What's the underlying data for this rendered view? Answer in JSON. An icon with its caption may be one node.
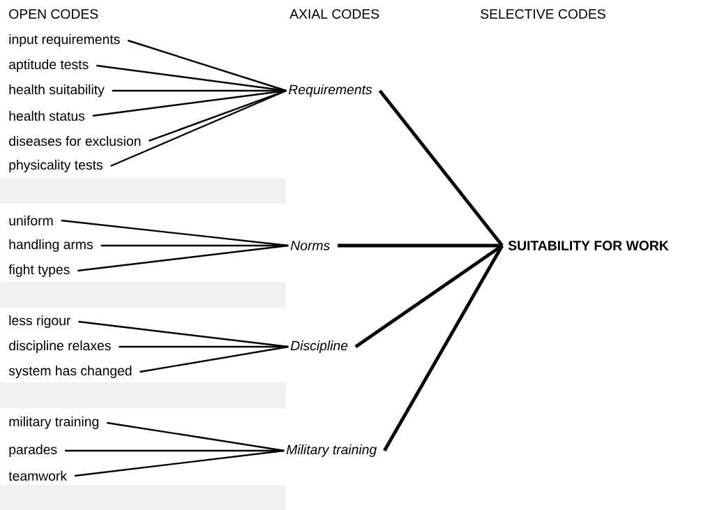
{
  "diagram": {
    "nodes": [
      {
        "text": [
          "input requirements"
        ]
      },
      {
        "text": [
          "aptitude tests"
        ]
      },
      {
        "text": [
          "health suitability"
        ]
      },
      {
        "text": [
          "health status"
        ]
      },
      {
        "text": [
          "diseases for exclusion"
        ]
      },
      {
        "text": [
          "physicality tests"
        ]
      },
      {
        "text": [
          "uniform"
        ]
      },
      {
        "text": [
          "handling arms"
        ]
      },
      {
        "text": [
          "fight types"
        ]
      },
      {
        "text": [
          "less rigour"
        ]
      },
      {
        "text": [
          "discipline relaxes"
        ]
      },
      {
        "text": [
          "system has changed"
        ]
      },
      {
        "text": [
          "military training"
        ]
      },
      {
        "text": [
          "parades"
        ]
      },
      {
        "text": [
          "teamwork"
        ]
      },
      {
        "text": [
          "*Requirements*"
        ]
      },
      {
        "text": [
          "*Norms*"
        ]
      },
      {
        "text": [
          "*Discipline*"
        ]
      },
      {
        "text": [
          "*Military training*"
        ]
      },
      {
        "text": [
          "**SUITABILITY FOR WORK**"
        ]
      },
      {
        "text": [],
        "shape": "bar"
      },
      {
        "text": [],
        "shape": "bar"
      },
      {
        "text": [],
        "shape": "bar"
      },
      {
        "text": [],
        "shape": "bar"
      }
    ],
    "edges": [
      {
        "from": 0,
        "to": 15,
        "arrow": "none"
      },
      {
        "from": 1,
        "to": 15,
        "arrow": "none"
      },
      {
        "from": 2,
        "to": 15,
        "arrow": "none"
      },
      {
        "from": 3,
        "to": 15,
        "arrow": "none"
      },
      {
        "from": 4,
        "to": 15,
        "arrow": "none"
      },
      {
        "from": 5,
        "to": 15,
        "arrow": "none"
      },
      {
        "from": 6,
        "to": 16,
        "arrow": "none"
      },
      {
        "from": 7,
        "to": 16,
        "arrow": "none"
      },
      {
        "from": 8,
        "to": 16,
        "arrow": "none"
      },
      {
        "from": 9,
        "to": 17,
        "arrow": "none"
      },
      {
        "from": 10,
        "to": 17,
        "arrow": "none"
      },
      {
        "from": 11,
        "to": 17,
        "arrow": "none"
      },
      {
        "from": 12,
        "to": 18,
        "arrow": "none"
      },
      {
        "from": 13,
        "to": 18,
        "arrow": "none"
      },
      {
        "from": 14,
        "to": 18,
        "arrow": "none"
      },
      {
        "from": 15,
        "to": 19,
        "arrow": "none",
        "style": "thick"
      },
      {
        "from": 16,
        "to": 19,
        "arrow": "none",
        "style": "thick"
      },
      {
        "from": 17,
        "to": 19,
        "arrow": "none",
        "style": "thick"
      },
      {
        "from": 18,
        "to": 19,
        "arrow": "none",
        "style": "thick"
      }
    ],
    "labels": [
      "OPEN CODES",
      "AXIAL CODES",
      "SELECTIVE CODES"
    ]
  }
}
